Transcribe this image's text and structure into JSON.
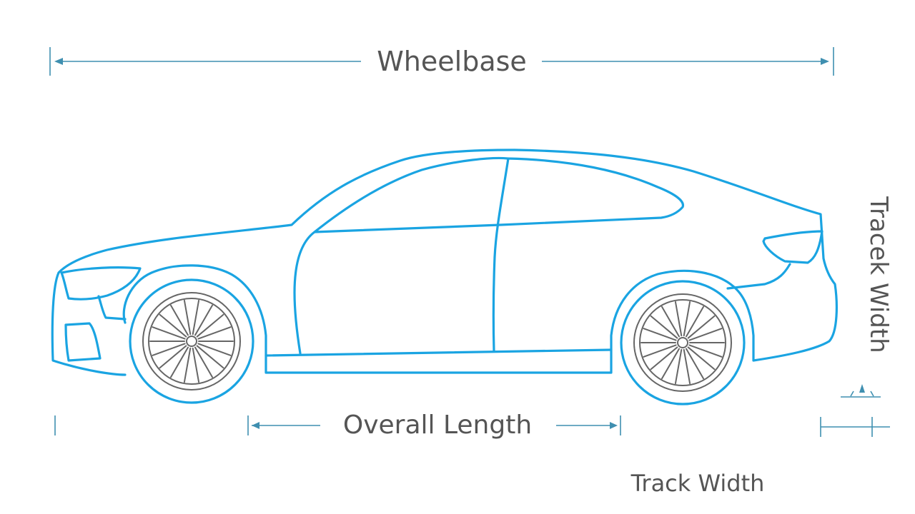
{
  "labels": {
    "wheelbase": "Wheelbase",
    "overall_length": "Overall Length",
    "track_width_bottom": "Track Width",
    "track_width_vertical": "Tracek Width"
  },
  "colors": {
    "car_outline": "#1aa4e2",
    "dimension_line": "#3f8fb0",
    "rim": "#666666",
    "label_text": "#555555",
    "background": "#ffffff"
  },
  "wheel": {
    "spoke_count": 18
  }
}
